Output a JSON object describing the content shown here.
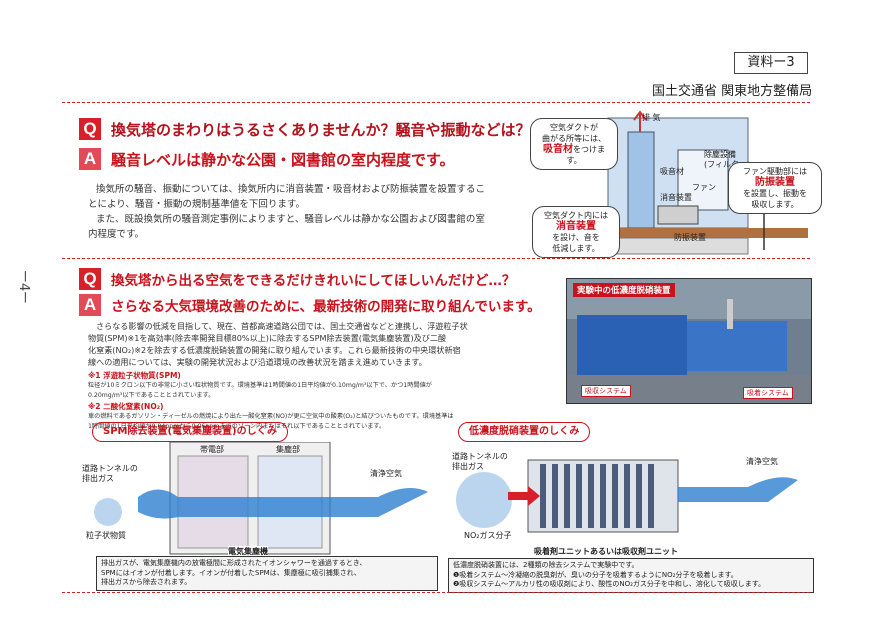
{
  "header": {
    "siryo": "資料ー3",
    "agency": "国土交通省 関東地方整備局"
  },
  "page_number": "ー4ー",
  "qa1": {
    "q_mark": "Q",
    "question": "換気塔のまわりはうるさくありませんか？騒音や振動などは？",
    "a_mark": "A",
    "answer": "騒音レベルは静かな公園・図書館の室内程度です。",
    "body": [
      "換気所の騒音、振動については、換気所内に消音装置・吸音材および防振装置を設置するこ",
      "とにより、騒音・振動の規制基準値を下回ります。",
      "また、既設換気所の騒音測定事例によりますと、騒音レベルは静かな公園および図書館の室",
      "内程度です。"
    ]
  },
  "diagram1": {
    "exhaust": "排 気",
    "dust": "除塵設備\n(フィルター)",
    "absorber_label": "吸音材",
    "fan": "ファン",
    "silencer": "消音装置",
    "antivib": "防振装置",
    "callout_top": "空気ダクトが\n曲がる所等には、",
    "callout_top_red": "吸音材",
    "callout_top_end": "をつけます。",
    "callout_right": "ファン駆動部には",
    "callout_right_red": "防振装置",
    "callout_right_end": "を設置し、振動を\n吸収します。",
    "callout_bottom": "空気ダクト内には",
    "callout_bottom_red": "消音装置",
    "callout_bottom_end": "を設け、音を\n低減します。"
  },
  "qa2": {
    "q_mark": "Q",
    "question": "換気塔から出る空気をできるだけきれいにしてほしいんだけど…？",
    "a_mark": "A",
    "answer": "さらなる大気環境改善のために、最新技術の開発に取り組んでいます。",
    "body": [
      "さらなる影響の低減を目指して、現在、首都高速道路公団では、国土交通省などと連携し、浮遊粒子状",
      "物質(SPM)※1を高効率(除去率開発目標80%以上)に除去するSPM除去装置(電気集塵装置)及び二酸",
      "化窒素(NO₂)※2を除去する低濃度脱硝装置の開発に取り組んでいます。これら最新技術の中央環状新宿",
      "線への適用については、実験の開発状況および沿道環境の改善状況を踏まえ進めていきます。"
    ],
    "note1_title": "※1 浮遊粒子状物質(SPM)",
    "note1_body": [
      "粒径が10ミクロン以下の非常に小さい粒状物質です。環境基準は1時間値の1日平均値が0.10mg/m³以下で、かつ1時間値が",
      "0.20mg/m³以下であることとされています。"
    ],
    "note2_title": "※2 二酸化窒素(NO₂)",
    "note2_body": [
      "車の燃料であるガソリン・ディーゼルの燃焼により出た一酸化窒素(NO)が更に空気中の酸素(O₂)と結びついたものです。環境基準は",
      "1時間値の1日平均値が0.04ppmから0.06ppmまでのゾーン内またはそれ以下であることとされています。"
    ]
  },
  "photo": {
    "title": "実験中の低濃度脱硝装置",
    "label_left": "吸収システム",
    "label_right": "吸着システム"
  },
  "spm": {
    "title": "SPM除去装置(電気集塵装置)のしくみ",
    "inlet": "道路トンネルの\n排出ガス",
    "particle": "粒子状物質",
    "charge": "帯電部",
    "collect": "集塵部",
    "clean": "清浄空気",
    "device": "電気集塵機",
    "foot": [
      "排出ガスが、電気集塵機内の放電極間に形成されたイオンシャワーを通過するとき、",
      "SPMにはイオンが付着します。イオンが付着したSPMは、集塵極に吸引捕集され、",
      "排出ガスから除去されます。"
    ]
  },
  "nox": {
    "title": "低濃度脱硝装置のしくみ",
    "inlet": "道路トンネルの\n排出ガス",
    "clean": "清浄空気",
    "no2": "NO₂ガス分子",
    "unit": "吸着剤ユニットあるいは吸収剤ユニット",
    "foot": [
      "低濃度脱硝装置には、2種類の除去システムで実験中です。",
      "❶吸着システム～冷凝縮の脱臭剤が、臭いの分子を吸着するようにNO₂分子を吸着します。",
      "❷吸収システム～アルカリ性の吸収剤により、酸性のNO₂ガス分子を中和し、溶化して吸収します。"
    ]
  }
}
